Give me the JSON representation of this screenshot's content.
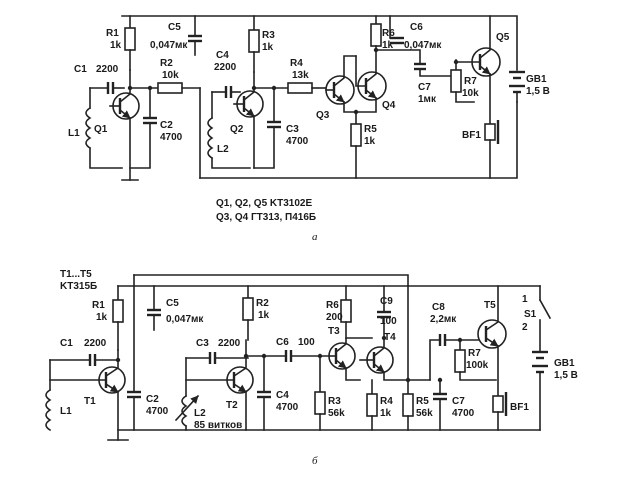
{
  "a": {
    "caption": "a",
    "note_line1": "Q1, Q2, Q5  KT3102E",
    "note_line2": "Q3, Q4  ГТ313, П416Б",
    "R1": [
      "R1",
      "1k"
    ],
    "R2": [
      "R2",
      "10k"
    ],
    "R3": [
      "R3",
      "1k"
    ],
    "R4": [
      "R4",
      "13k"
    ],
    "R5": [
      "R5",
      "1k"
    ],
    "R6": [
      "R6",
      "1k"
    ],
    "R7": [
      "R7",
      "10k"
    ],
    "C1": [
      "C1",
      "2200"
    ],
    "C2": [
      "C2",
      "4700"
    ],
    "C3": [
      "C3",
      "4700"
    ],
    "C4": [
      "C4",
      "2200"
    ],
    "C5": [
      "C5",
      "0,047мк"
    ],
    "C6": [
      "C6",
      "0,047мк"
    ],
    "C7": [
      "C7",
      "1мк"
    ],
    "L1": "L1",
    "L2": "L2",
    "Q1": "Q1",
    "Q2": "Q2",
    "Q3": "Q3",
    "Q4": "Q4",
    "Q5": "Q5",
    "GB1": [
      "GB1",
      "1,5 B"
    ],
    "BF1": "BF1"
  },
  "b": {
    "caption": "б",
    "note_line1": "T1...T5",
    "note_line2": "KT315Б",
    "R1": [
      "R1",
      "1k"
    ],
    "R2": [
      "R2",
      "1k"
    ],
    "R3": [
      "R3",
      "56k"
    ],
    "R4": [
      "R4",
      "1k"
    ],
    "R5": [
      "R5",
      "56k"
    ],
    "R6": [
      "R6",
      "200"
    ],
    "R7": [
      "R7",
      "100k"
    ],
    "C1": [
      "C1",
      "2200"
    ],
    "C2": [
      "C2",
      "4700"
    ],
    "C3": [
      "C3",
      "2200"
    ],
    "C4": [
      "C4",
      "4700"
    ],
    "C5": [
      "C5",
      "0,047мк"
    ],
    "C6": [
      "C6",
      "100"
    ],
    "C7": [
      "C7",
      "4700"
    ],
    "C8": [
      "C8",
      "2,2мк"
    ],
    "C9": [
      "C9",
      "100"
    ],
    "L1": "L1",
    "L2": [
      "L2",
      "85 витков"
    ],
    "T1": "T1",
    "T2": "T2",
    "T3": "T3",
    "T4": "T4",
    "T5": "T5",
    "S1": [
      "S1",
      "1",
      "2"
    ],
    "GB1": [
      "GB1",
      "1,5 B"
    ],
    "BF1": "BF1"
  }
}
